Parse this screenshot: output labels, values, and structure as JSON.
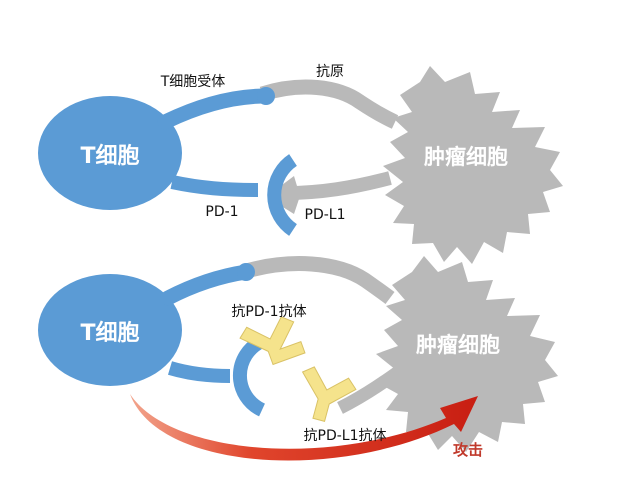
{
  "panel_top": {
    "t_cell": "T细胞",
    "tumor": "肿瘤细胞",
    "tcr_label": "T细胞受体",
    "antigen_label": "抗原",
    "pd1_label": "PD-1",
    "pdl1_label": "PD-L1"
  },
  "panel_bottom": {
    "t_cell": "T细胞",
    "tumor": "肿瘤细胞",
    "anti_pd1_label": "抗PD-1抗体",
    "anti_pdl1_label": "抗PD-L1抗体",
    "attack_label": "攻击"
  },
  "colors": {
    "t_cell": "#5b9bd5",
    "receptor": "#5b9bd5",
    "tumor": "#b9b9b9",
    "antibody": "#f5e38c",
    "arrow": "#d9261c",
    "cell_text": "#ffffff",
    "label_text": "#111111",
    "attack_text": "#c0392b"
  }
}
